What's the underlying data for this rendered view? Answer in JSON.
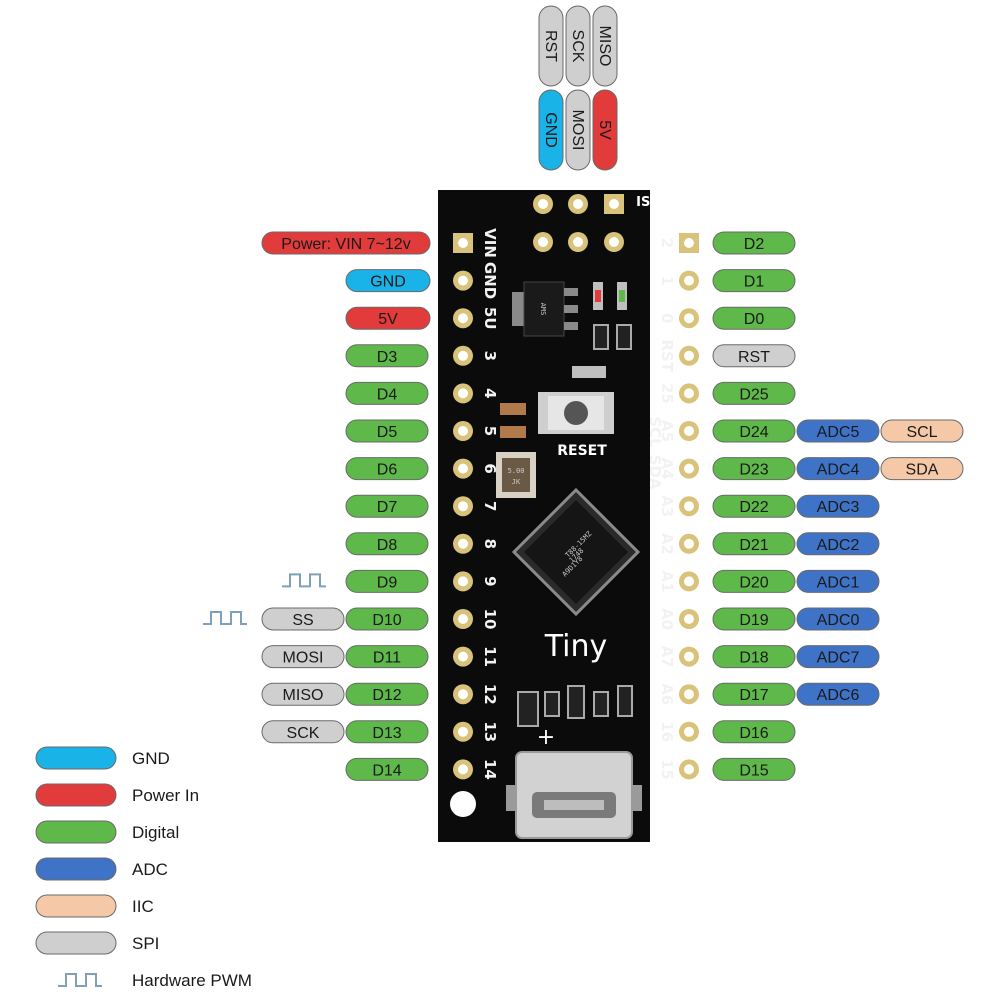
{
  "colors": {
    "GND": "#19b3e8",
    "POWER": "#e23b3b",
    "DIGITAL": "#5fb84a",
    "ADC": "#3f73c7",
    "IIC": "#f5c9a8",
    "SPI": "#cfcfcf",
    "board": "#0b0b0b",
    "pwm": "#7fa0b8"
  },
  "isp_header": {
    "label": "ISP",
    "top_row": [
      {
        "label": "RST",
        "kind": "SPI"
      },
      {
        "label": "SCK",
        "kind": "SPI"
      },
      {
        "label": "MISO",
        "kind": "SPI"
      }
    ],
    "bottom_row": [
      {
        "label": "GND",
        "kind": "GND"
      },
      {
        "label": "MOSI",
        "kind": "SPI"
      },
      {
        "label": "5V",
        "kind": "POWER"
      }
    ]
  },
  "left_pins": [
    {
      "silk": "VIN",
      "tags": [
        {
          "label": "Power: VIN 7~12v",
          "kind": "POWER"
        }
      ],
      "pwm": false
    },
    {
      "silk": "GND",
      "tags": [
        {
          "label": "GND",
          "kind": "GND"
        }
      ],
      "pwm": false
    },
    {
      "silk": "5U",
      "tags": [
        {
          "label": "5V",
          "kind": "POWER"
        }
      ],
      "pwm": false
    },
    {
      "silk": "3",
      "tags": [
        {
          "label": "D3",
          "kind": "DIGITAL"
        }
      ],
      "pwm": false
    },
    {
      "silk": "4",
      "tags": [
        {
          "label": "D4",
          "kind": "DIGITAL"
        }
      ],
      "pwm": false
    },
    {
      "silk": "5",
      "tags": [
        {
          "label": "D5",
          "kind": "DIGITAL"
        }
      ],
      "pwm": false
    },
    {
      "silk": "6",
      "tags": [
        {
          "label": "D6",
          "kind": "DIGITAL"
        }
      ],
      "pwm": false
    },
    {
      "silk": "7",
      "tags": [
        {
          "label": "D7",
          "kind": "DIGITAL"
        }
      ],
      "pwm": false
    },
    {
      "silk": "8",
      "tags": [
        {
          "label": "D8",
          "kind": "DIGITAL"
        }
      ],
      "pwm": false
    },
    {
      "silk": "9",
      "tags": [
        {
          "label": "D9",
          "kind": "DIGITAL"
        }
      ],
      "pwm": true
    },
    {
      "silk": "10",
      "tags": [
        {
          "label": "SS",
          "kind": "SPI"
        },
        {
          "label": "D10",
          "kind": "DIGITAL"
        }
      ],
      "pwm": true
    },
    {
      "silk": "11",
      "tags": [
        {
          "label": "MOSI",
          "kind": "SPI"
        },
        {
          "label": "D11",
          "kind": "DIGITAL"
        }
      ],
      "pwm": false
    },
    {
      "silk": "12",
      "tags": [
        {
          "label": "MISO",
          "kind": "SPI"
        },
        {
          "label": "D12",
          "kind": "DIGITAL"
        }
      ],
      "pwm": false
    },
    {
      "silk": "13",
      "tags": [
        {
          "label": "SCK",
          "kind": "SPI"
        },
        {
          "label": "D13",
          "kind": "DIGITAL"
        }
      ],
      "pwm": false
    },
    {
      "silk": "14",
      "tags": [
        {
          "label": "D14",
          "kind": "DIGITAL"
        }
      ],
      "pwm": false
    }
  ],
  "right_pins": [
    {
      "silk": "2",
      "tags": [
        {
          "label": "D2",
          "kind": "DIGITAL"
        }
      ]
    },
    {
      "silk": "1",
      "tags": [
        {
          "label": "D1",
          "kind": "DIGITAL"
        }
      ]
    },
    {
      "silk": "0",
      "tags": [
        {
          "label": "D0",
          "kind": "DIGITAL"
        }
      ]
    },
    {
      "silk": "RST",
      "tags": [
        {
          "label": "RST",
          "kind": "SPI"
        }
      ]
    },
    {
      "silk": "25",
      "tags": [
        {
          "label": "D25",
          "kind": "DIGITAL"
        }
      ]
    },
    {
      "silk": "A5",
      "tags": [
        {
          "label": "D24",
          "kind": "DIGITAL"
        },
        {
          "label": "ADC5",
          "kind": "ADC"
        },
        {
          "label": "SCL",
          "kind": "IIC"
        }
      ]
    },
    {
      "silk": "A4",
      "tags": [
        {
          "label": "D23",
          "kind": "DIGITAL"
        },
        {
          "label": "ADC4",
          "kind": "ADC"
        },
        {
          "label": "SDA",
          "kind": "IIC"
        }
      ]
    },
    {
      "silk": "A3",
      "tags": [
        {
          "label": "D22",
          "kind": "DIGITAL"
        },
        {
          "label": "ADC3",
          "kind": "ADC"
        }
      ]
    },
    {
      "silk": "A2",
      "tags": [
        {
          "label": "D21",
          "kind": "DIGITAL"
        },
        {
          "label": "ADC2",
          "kind": "ADC"
        }
      ]
    },
    {
      "silk": "A1",
      "tags": [
        {
          "label": "D20",
          "kind": "DIGITAL"
        },
        {
          "label": "ADC1",
          "kind": "ADC"
        }
      ]
    },
    {
      "silk": "A0",
      "tags": [
        {
          "label": "D19",
          "kind": "DIGITAL"
        },
        {
          "label": "ADC0",
          "kind": "ADC"
        }
      ]
    },
    {
      "silk": "A7",
      "tags": [
        {
          "label": "D18",
          "kind": "DIGITAL"
        },
        {
          "label": "ADC7",
          "kind": "ADC"
        }
      ]
    },
    {
      "silk": "A6",
      "tags": [
        {
          "label": "D17",
          "kind": "DIGITAL"
        },
        {
          "label": "ADC6",
          "kind": "ADC"
        }
      ]
    },
    {
      "silk": "16",
      "tags": [
        {
          "label": "D16",
          "kind": "DIGITAL"
        }
      ]
    },
    {
      "silk": "15",
      "tags": [
        {
          "label": "D15",
          "kind": "DIGITAL"
        }
      ]
    }
  ],
  "board": {
    "title": "Tiny",
    "reset_label": "RESET",
    "scl_label": "SCL",
    "sda_label": "SDA",
    "chip_text": [
      "T88-15MZ",
      "1748",
      "A9D1Y8"
    ],
    "crystal_text": [
      "5.00",
      "JK"
    ],
    "regulator_text": "AMS",
    "plus_label": "+"
  },
  "legend": [
    {
      "label": "GND",
      "kind": "GND"
    },
    {
      "label": "Power In",
      "kind": "POWER"
    },
    {
      "label": "Digital",
      "kind": "DIGITAL"
    },
    {
      "label": "ADC",
      "kind": "ADC"
    },
    {
      "label": "IIC",
      "kind": "IIC"
    },
    {
      "label": "SPI",
      "kind": "SPI"
    },
    {
      "label": "Hardware PWM",
      "kind": "PWM"
    }
  ]
}
